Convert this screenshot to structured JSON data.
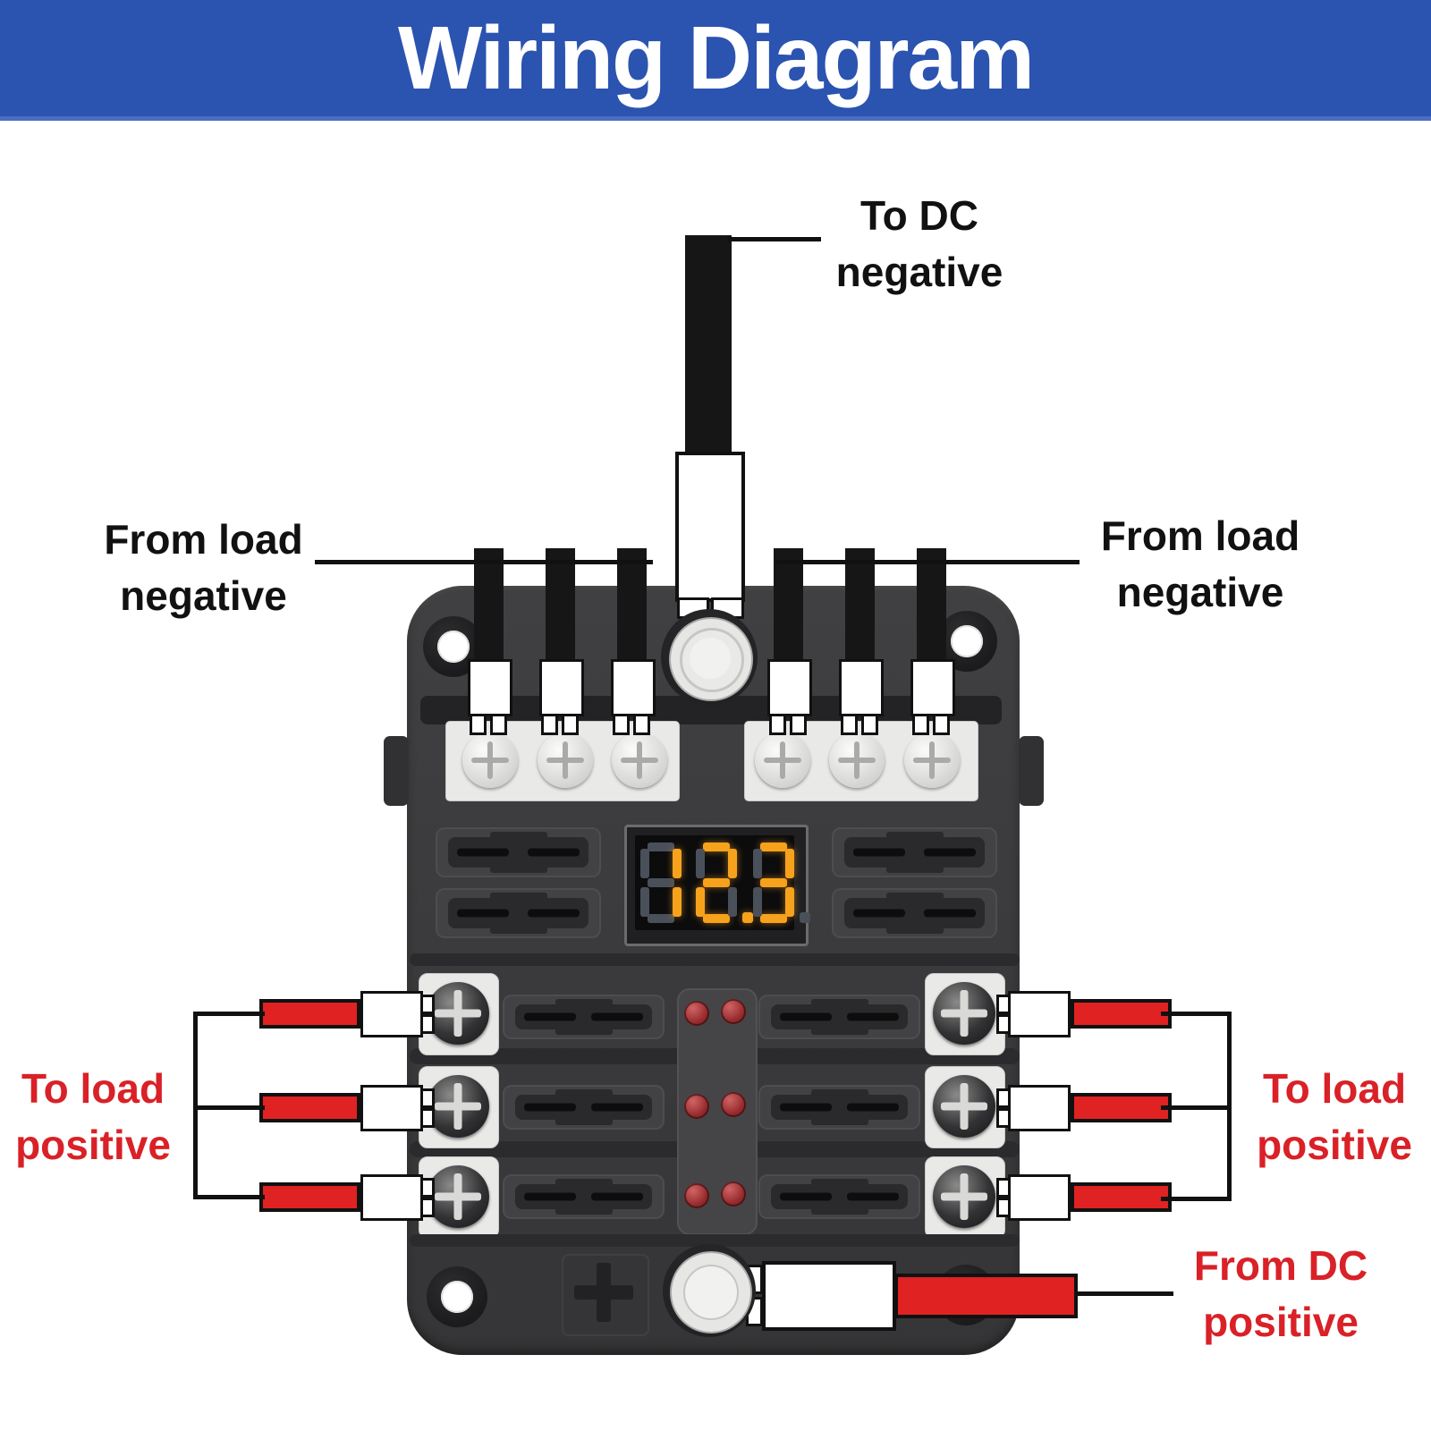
{
  "title": "Wiring Diagram",
  "banner": {
    "background": "#2b53b0",
    "text_color": "#ffffff"
  },
  "labels": {
    "to_dc_negative": {
      "line1": "To DC",
      "line2": "negative",
      "color": "#111111"
    },
    "from_load_negative_left": {
      "line1": "From load",
      "line2": "negative",
      "color": "#111111"
    },
    "from_load_negative_right": {
      "line1": "From load",
      "line2": "negative",
      "color": "#111111"
    },
    "to_load_positive_left": {
      "line1": "To load",
      "line2": "positive",
      "color": "#d92127"
    },
    "to_load_positive_right": {
      "line1": "To load",
      "line2": "positive",
      "color": "#d92127"
    },
    "from_dc_positive": {
      "line1": "From DC",
      "line2": "positive",
      "color": "#d92127"
    }
  },
  "device": {
    "display": {
      "value": "12.3",
      "lit_color": "#f7a21c",
      "ghost_color": "#4a505a",
      "trailing_ghost_dp": true
    },
    "led_count": 6,
    "top_negative_wire_count": 6,
    "load_circuit_count": 6
  },
  "colors": {
    "body_gray": "#3b3b3d",
    "terminal_white": "#e9e9e7",
    "wire_black": "#161617",
    "wire_red": "#e02222",
    "label_red": "#d92127",
    "led_red": "#94292c",
    "display_lit": "#f7a21c",
    "display_ghost": "#4a505a"
  }
}
